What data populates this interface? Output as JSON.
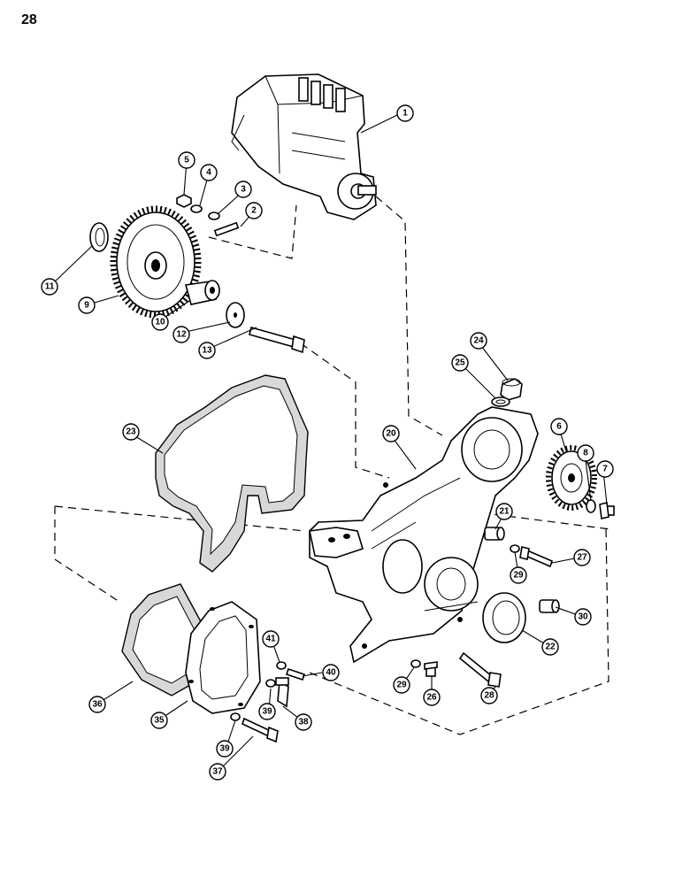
{
  "page": {
    "number": "28"
  },
  "callouts": [
    {
      "id": "c1",
      "label": "1"
    },
    {
      "id": "c2",
      "label": "2"
    },
    {
      "id": "c3",
      "label": "3"
    },
    {
      "id": "c4",
      "label": "4"
    },
    {
      "id": "c5",
      "label": "5"
    },
    {
      "id": "c6",
      "label": "6"
    },
    {
      "id": "c7",
      "label": "7"
    },
    {
      "id": "c8",
      "label": "8"
    },
    {
      "id": "c9",
      "label": "9"
    },
    {
      "id": "c10",
      "label": "10"
    },
    {
      "id": "c11",
      "label": "11"
    },
    {
      "id": "c12",
      "label": "12"
    },
    {
      "id": "c13",
      "label": "13"
    },
    {
      "id": "c20",
      "label": "20"
    },
    {
      "id": "c21",
      "label": "21"
    },
    {
      "id": "c22",
      "label": "22"
    },
    {
      "id": "c23",
      "label": "23"
    },
    {
      "id": "c24",
      "label": "24"
    },
    {
      "id": "c25",
      "label": "25"
    },
    {
      "id": "c26",
      "label": "26"
    },
    {
      "id": "c27",
      "label": "27"
    },
    {
      "id": "c28",
      "label": "28"
    },
    {
      "id": "c29a",
      "label": "29"
    },
    {
      "id": "c29b",
      "label": "29"
    },
    {
      "id": "c30",
      "label": "30"
    },
    {
      "id": "c35",
      "label": "35"
    },
    {
      "id": "c36",
      "label": "36"
    },
    {
      "id": "c37",
      "label": "37"
    },
    {
      "id": "c38",
      "label": "38"
    },
    {
      "id": "c39a",
      "label": "39"
    },
    {
      "id": "c39b",
      "label": "39"
    },
    {
      "id": "c40",
      "label": "40"
    },
    {
      "id": "c41",
      "label": "41"
    }
  ]
}
